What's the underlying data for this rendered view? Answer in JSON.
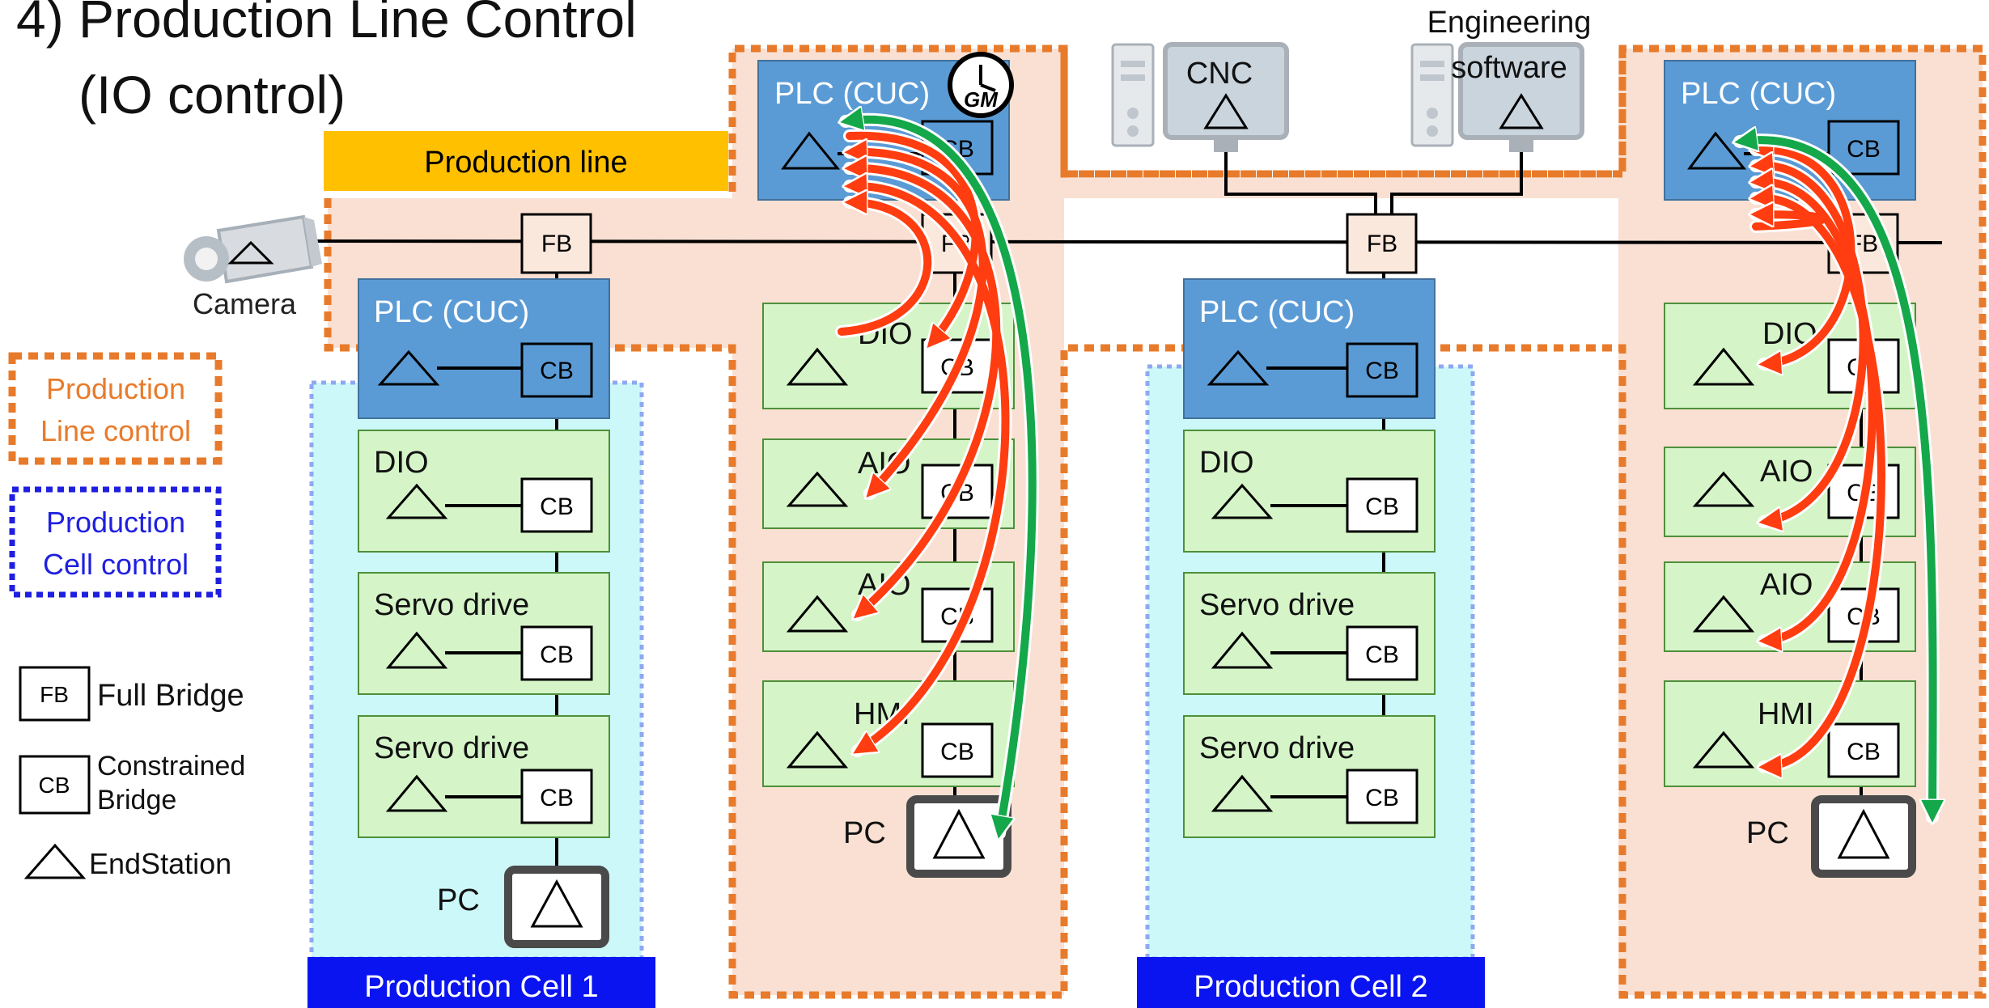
{
  "title": {
    "line1": "4) Production Line  Control",
    "line2": "(IO control)"
  },
  "banner": {
    "production_line": "Production line"
  },
  "camera_label": "Camera",
  "legend": {
    "line_control": [
      "Production",
      "Line control"
    ],
    "cell_control": [
      "Production",
      "Cell control"
    ],
    "fb_abbr": "FB",
    "fb_label": "Full Bridge",
    "cb_abbr": "CB",
    "cb_label_1": "Constrained",
    "cb_label_2": "Bridge",
    "endstation_label": "EndStation"
  },
  "labels": {
    "plc": "PLC (CUC)",
    "cb": "CB",
    "fb": "FB",
    "dio": "DIO",
    "aio": "AIO",
    "servo": "Servo drive",
    "hmi": "HMI",
    "pc": "PC",
    "gm": "GM",
    "cnc": "CNC",
    "eng1": "Engineering",
    "eng2": "software"
  },
  "cells": [
    {
      "name": "Production Cell 1"
    },
    {
      "name": "Production Cell 2"
    }
  ],
  "colors": {
    "orange_dash": "#E87B2B",
    "blue_dash": "#1F1FE0",
    "light_blue_dash": "#8FA8F0",
    "peach": "#F9E0D3",
    "cyan": "#CCF8FA",
    "plc_blue": "#5B9BD5",
    "green_box": "#D5F5C8",
    "banner_yellow": "#FFC000",
    "cell_banner": "#0A14F0",
    "flow_red": "#FF3D10",
    "flow_green": "#14A84A"
  },
  "icons": [
    "camera-icon",
    "computer-icon",
    "grandmaster-clock-icon",
    "endstation-triangle-icon",
    "pc-terminal-icon"
  ]
}
